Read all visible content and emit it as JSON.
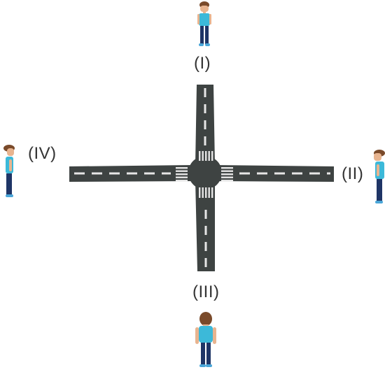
{
  "positions": {
    "top": "(I)",
    "right": "(II)",
    "bottom": "(III)",
    "left": "(IV)"
  },
  "colors": {
    "road": "#3e4342",
    "lane_marking": "#e6e6e6",
    "shirt": "#3cb9d9",
    "pants": "#1f3566",
    "hair": "#7a4a2a",
    "skin": "#e8b48f",
    "shoes": "#4aa6d8"
  },
  "icons": {
    "person": "person-icon",
    "road": "crossroads-intersection"
  }
}
